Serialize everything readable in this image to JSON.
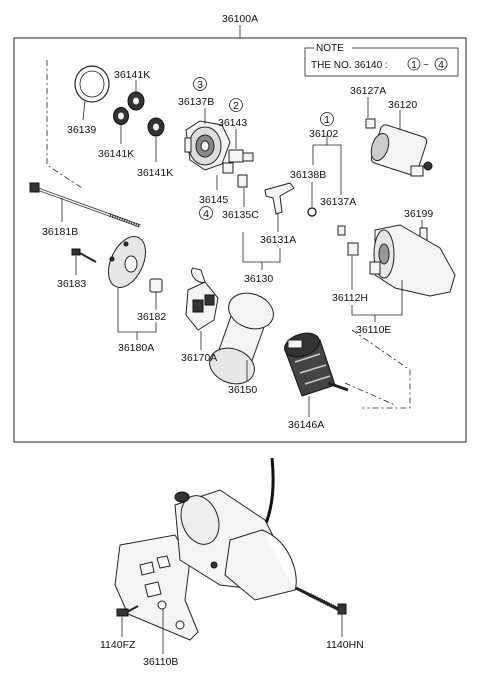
{
  "assembly_label": "36100A",
  "note": {
    "title": "NOTE",
    "text": "THE NO. 36140 :",
    "range_start": "1",
    "range_sep": "~",
    "range_end": "4"
  },
  "callouts": [
    {
      "id": "c1",
      "text": "1"
    },
    {
      "id": "c2",
      "text": "2"
    },
    {
      "id": "c3",
      "text": "3"
    },
    {
      "id": "c4",
      "text": "4"
    }
  ],
  "parts": [
    {
      "id": "p36141K_a",
      "text": "36141K"
    },
    {
      "id": "p36139",
      "text": "36139"
    },
    {
      "id": "p36141K_b",
      "text": "36141K"
    },
    {
      "id": "p36141K_c",
      "text": "36141K"
    },
    {
      "id": "p36137B",
      "text": "36137B"
    },
    {
      "id": "p36143",
      "text": "36143"
    },
    {
      "id": "p36102",
      "text": "36102"
    },
    {
      "id": "p36127A",
      "text": "36127A"
    },
    {
      "id": "p36120",
      "text": "36120"
    },
    {
      "id": "p36138B",
      "text": "36138B"
    },
    {
      "id": "p36137A",
      "text": "36137A"
    },
    {
      "id": "p36145",
      "text": "36145"
    },
    {
      "id": "p36135C",
      "text": "36135C"
    },
    {
      "id": "p36131A",
      "text": "36131A"
    },
    {
      "id": "p36199",
      "text": "36199"
    },
    {
      "id": "p36181B",
      "text": "36181B"
    },
    {
      "id": "p36130",
      "text": "36130"
    },
    {
      "id": "p36183",
      "text": "36183"
    },
    {
      "id": "p36112H",
      "text": "36112H"
    },
    {
      "id": "p36182",
      "text": "36182"
    },
    {
      "id": "p36110E",
      "text": "36110E"
    },
    {
      "id": "p36180A",
      "text": "36180A"
    },
    {
      "id": "p36170A",
      "text": "36170A"
    },
    {
      "id": "p36150",
      "text": "36150"
    },
    {
      "id": "p36146A",
      "text": "36146A"
    },
    {
      "id": "p1140FZ",
      "text": "1140FZ"
    },
    {
      "id": "p1140HN",
      "text": "1140HN"
    },
    {
      "id": "p36110B",
      "text": "36110B"
    }
  ]
}
